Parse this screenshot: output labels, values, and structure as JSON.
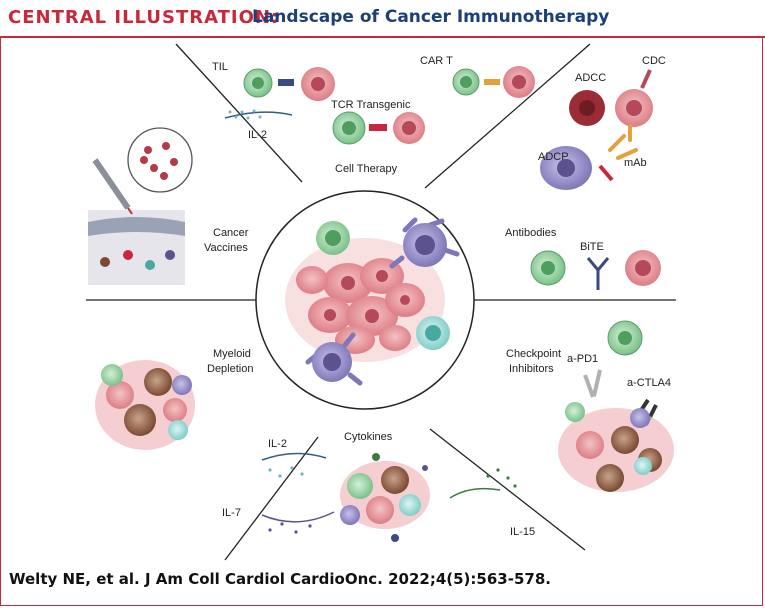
{
  "header": {
    "label": "CENTRAL ILLUSTRATION:",
    "title": "Landscape of Cancer Immunotherapy"
  },
  "sections": {
    "cell_therapy": "Cell Therapy",
    "til": "TIL",
    "il2_top": "IL-2",
    "car_t": "CAR T",
    "tcr": "TCR Transgenic",
    "cdc": "CDC",
    "adcc": "ADCC",
    "adcp": "ADCP",
    "mab": "mAb",
    "antibodies": "Antibodies",
    "bite": "BiTE",
    "vaccines_1": "Cancer",
    "vaccines_2": "Vaccines",
    "myeloid_1": "Myeloid",
    "myeloid_2": "Depletion",
    "checkpoint_1": "Checkpoint",
    "checkpoint_2": "Inhibitors",
    "apd1": "a-PD1",
    "actla4": "a-CTLA4",
    "cytokines": "Cytokines",
    "il2_bottom": "IL-2",
    "il7": "IL-7",
    "il15": "IL-15"
  },
  "colors": {
    "accent_red": "#c9283b",
    "title_blue": "#1c3f77",
    "tumor_pink": "#e89aa0",
    "tcell_green": "#8fcf9a",
    "macrophage_purple": "#8e86c2"
  },
  "citation": "Welty NE, et al. J Am Coll Cardiol CardioOnc. 2022;4(5):563-578."
}
